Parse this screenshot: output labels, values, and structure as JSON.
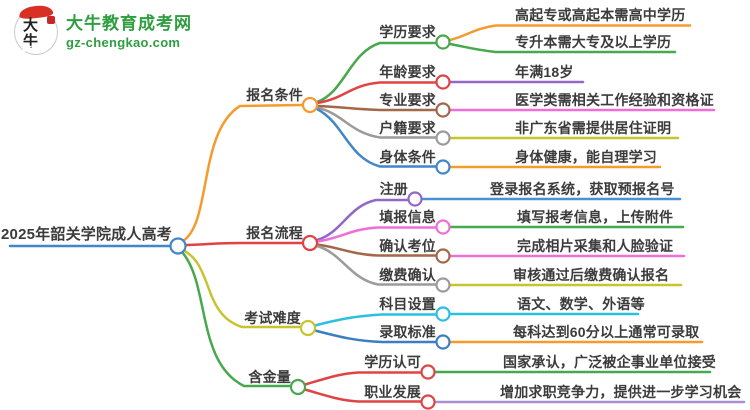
{
  "logo": {
    "icon_text": "大牛",
    "site_name": "大牛教育成考网",
    "site_url": "gz-chengkao.com"
  },
  "palette": {
    "blue": "#4186c8",
    "steel_blue": "#4a90d2",
    "deep_blue": "#3c7fc0",
    "orange": "#f59b2d",
    "red": "#e04343",
    "green": "#47a84d",
    "yellow": "#c6c42f",
    "purple": "#9168c8",
    "light_purple": "#a98fd6",
    "pink": "#ee6fd8",
    "brown": "#a3674a",
    "gray": "#9b9b9b",
    "cyan": "#2ac0e0",
    "logo_green": "#2e9e3f",
    "text": "#3b3b3b"
  },
  "mindmap": {
    "root": "2025年韶关学院成人高考",
    "branches": [
      {
        "label": "报名条件",
        "children": [
          {
            "label": "学历要求",
            "leaves": [
              "高起专或高起本需高中学历",
              "专升本需大专及以上学历"
            ]
          },
          {
            "label": "年龄要求",
            "leaves": [
              "年满18岁"
            ]
          },
          {
            "label": "专业要求",
            "leaves": [
              "医学类需相关工作经验和资格证"
            ]
          },
          {
            "label": "户籍要求",
            "leaves": [
              "非广东省需提供居住证明"
            ]
          },
          {
            "label": "身体条件",
            "leaves": [
              "身体健康，能自理学习"
            ]
          }
        ]
      },
      {
        "label": "报名流程",
        "children": [
          {
            "label": "注册",
            "leaves": [
              "登录报名系统，获取预报名号"
            ]
          },
          {
            "label": "填报信息",
            "leaves": [
              "填写报考信息，上传附件"
            ]
          },
          {
            "label": "确认考位",
            "leaves": [
              "完成相片采集和人脸验证"
            ]
          },
          {
            "label": "缴费确认",
            "leaves": [
              "审核通过后缴费确认报名"
            ]
          }
        ]
      },
      {
        "label": "考试难度",
        "children": [
          {
            "label": "科目设置",
            "leaves": [
              "语文、数学、外语等"
            ]
          },
          {
            "label": "录取标准",
            "leaves": [
              "每科达到60分以上通常可录取"
            ]
          }
        ]
      },
      {
        "label": "含金量",
        "children": [
          {
            "label": "学历认可",
            "leaves": [
              "国家承认，广泛被企事业单位接受"
            ]
          },
          {
            "label": "职业发展",
            "leaves": [
              "增加求职竞争力，提供进一步学习机会"
            ]
          }
        ]
      }
    ]
  }
}
